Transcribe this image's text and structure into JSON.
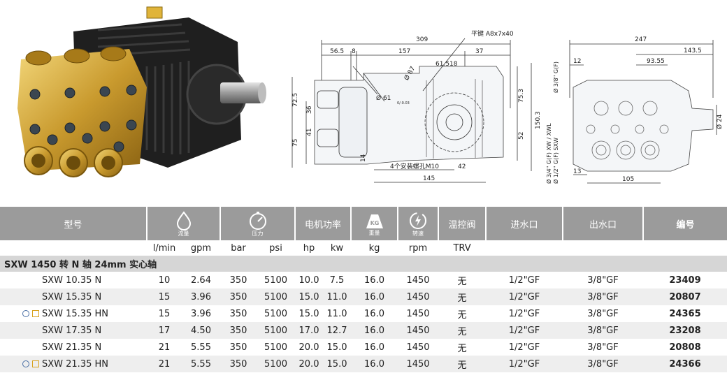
{
  "drawing": {
    "side_dims": {
      "d309": "309",
      "d56_5": "56.5",
      "d8": "8",
      "d157": "157",
      "d37": "37",
      "d61_518": "61.518",
      "d87": "Ø 87",
      "d61": "Ø 61",
      "tol": "0/-0.03",
      "key": "平键 A8x7x40",
      "d72_5": "72.5",
      "d36": "36",
      "d41": "41",
      "d75": "75",
      "d14": "14",
      "d75_3": "75.3",
      "d52": "52",
      "d150_3": "150.3",
      "holes": "4个安装螺孔M10",
      "d42": "42",
      "d145": "145"
    },
    "front_dims": {
      "d247": "247",
      "d143_5": "143.5",
      "d93_55": "93.55",
      "d12": "12",
      "d13": "13",
      "d105": "105",
      "d24": "Ø 24",
      "outlet": "Ø 3/8\" G(F)",
      "inlet": "Ø 3/4\" G(F) XW / XWL",
      "inlet2": "Ø 1/2\" G(F) SXW"
    }
  },
  "table": {
    "headers": {
      "model": "型号",
      "flow": "流量",
      "pressure": "压力",
      "power": "电机功率",
      "weight_badge": "KG",
      "weight": "重量",
      "speed": "转速",
      "trv": "温控阀",
      "inlet": "进水口",
      "outlet": "出水口",
      "code": "编号"
    },
    "units": [
      "l/min",
      "gpm",
      "bar",
      "psi",
      "hp",
      "kw",
      "kg",
      "rpm",
      "TRV"
    ],
    "group_title": "SXW 1450 转 N 轴 24mm 实心轴",
    "rows": [
      {
        "model": "SXW 10.35 N",
        "lmin": "10",
        "gpm": "2.64",
        "bar": "350",
        "psi": "5100",
        "hp": "10.0",
        "kw": "7.5",
        "kg": "16.0",
        "rpm": "1450",
        "trv": "无",
        "inlet": "1/2\"GF",
        "outlet": "3/8\"GF",
        "code": "23409"
      },
      {
        "model": "SXW 15.35 N",
        "lmin": "15",
        "gpm": "3.96",
        "bar": "350",
        "psi": "5100",
        "hp": "15.0",
        "kw": "11.0",
        "kg": "16.0",
        "rpm": "1450",
        "trv": "无",
        "inlet": "1/2\"GF",
        "outlet": "3/8\"GF",
        "code": "20807"
      },
      {
        "model": "SXW 15.35 HN",
        "lmin": "15",
        "gpm": "3.96",
        "bar": "350",
        "psi": "5100",
        "hp": "15.0",
        "kw": "11.0",
        "kg": "16.0",
        "rpm": "1450",
        "trv": "无",
        "inlet": "1/2\"GF",
        "outlet": "3/8\"GF",
        "code": "24365"
      },
      {
        "model": "SXW 17.35 N",
        "lmin": "17",
        "gpm": "4.50",
        "bar": "350",
        "psi": "5100",
        "hp": "17.0",
        "kw": "12.7",
        "kg": "16.0",
        "rpm": "1450",
        "trv": "无",
        "inlet": "1/2\"GF",
        "outlet": "3/8\"GF",
        "code": "23208"
      },
      {
        "model": "SXW 21.35 N",
        "lmin": "21",
        "gpm": "5.55",
        "bar": "350",
        "psi": "5100",
        "hp": "20.0",
        "kw": "15.0",
        "kg": "16.0",
        "rpm": "1450",
        "trv": "无",
        "inlet": "1/2\"GF",
        "outlet": "3/8\"GF",
        "code": "20808"
      },
      {
        "model": "SXW 21.35 HN",
        "lmin": "21",
        "gpm": "5.55",
        "bar": "350",
        "psi": "5100",
        "hp": "20.0",
        "kw": "15.0",
        "kg": "16.0",
        "rpm": "1450",
        "trv": "无",
        "inlet": "1/2\"GF",
        "outlet": "3/8\"GF",
        "code": "24366"
      }
    ]
  }
}
